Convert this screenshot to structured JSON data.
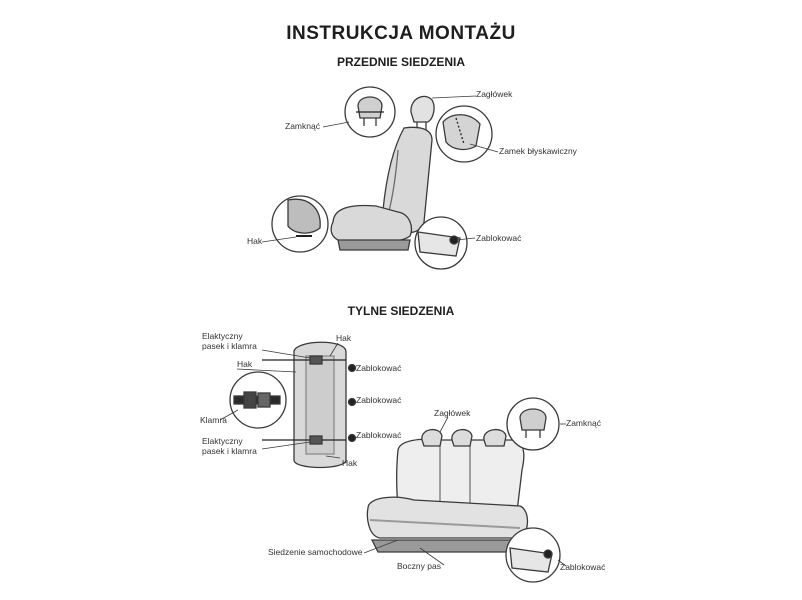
{
  "title": "INSTRUKCJA MONTAŻU",
  "front": {
    "heading": "PRZEDNIE SIEDZENIA",
    "labels": {
      "headrest": "Zagłówek",
      "close": "Zamknąć",
      "zipper": "Zamek błyskawiczny",
      "hook": "Hak",
      "lock": "Zablokować"
    }
  },
  "rear": {
    "heading": "TYLNE SIEDZENIA",
    "labels": {
      "elastic_strap_top": "Elaktyczny\npasek i klamra",
      "hook_top": "Hak",
      "hook_left": "Hak",
      "lock_1": "Zablokować",
      "buckle": "Klamra",
      "lock_2": "Zablokować",
      "lock_3": "Zablokować",
      "elastic_strap_bottom": "Elaktyczny\npasek i klamra",
      "hook_bottom": "Hak",
      "headrest": "Zagłówek",
      "close": "Zamknąć",
      "car_seat": "Siedzenie samochodowe",
      "side_strip": "Boczny pas",
      "lock_4": "Zablokować"
    }
  },
  "colors": {
    "outline": "#3a3a3a",
    "seat_fill": "#d9d9d9",
    "seat_dark": "#9a9a9a",
    "text": "#222222"
  }
}
